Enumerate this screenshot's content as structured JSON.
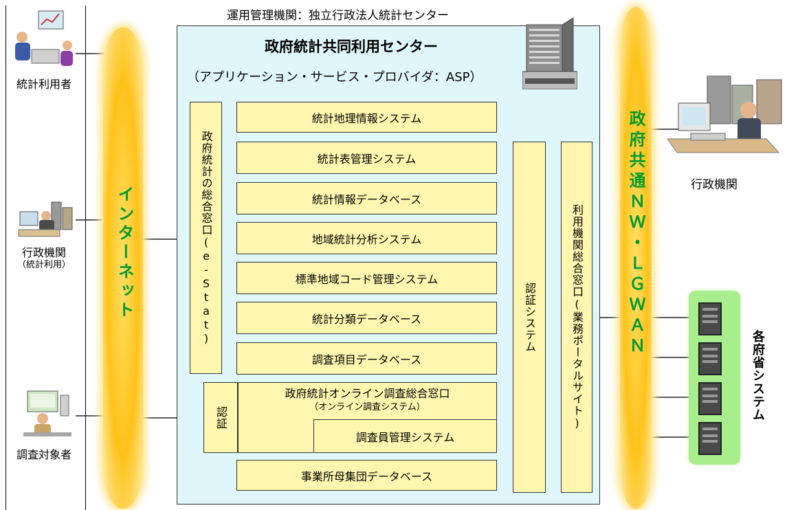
{
  "header": {
    "operator": "運用管理機関：独立行政法人統計センター"
  },
  "center": {
    "title": "政府統計共同利用センター",
    "subtitle": "（アプリケーション・サービス・プロバイダ：ASP）"
  },
  "systems": [
    "統計地理情報システム",
    "統計表管理システム",
    "統計情報データベース",
    "地域統計分析システム",
    "標準地域コード管理システム",
    "統計分類データベース",
    "調査項目データベース"
  ],
  "e_stat_window": "政府統計の総合窓口(e-Stat)",
  "auth_small": "認証",
  "online_survey": {
    "line1": "政府統計オンライン調査総合窓口",
    "line2": "（オンライン調査システム）"
  },
  "enumerator": "調査員管理システム",
  "establishment_db": "事業所母集団データベース",
  "auth_system": "認証システム",
  "portal": "利用機関総合窓口(業務ポータルサイト)",
  "internet": "インターネット",
  "gov_network": "政府共通ＮＷ・ＬＧＷＡＮ",
  "left_users": {
    "stats_users": "統計利用者",
    "admin_org": "行政機関",
    "admin_org_note": "（統計利用）",
    "respondents": "調査対象者"
  },
  "right_side": {
    "admin_org": "行政機関",
    "ministry_systems": "各府省システム"
  },
  "colors": {
    "panel": "#dff7fb",
    "box": "#fff7b0",
    "cloud": "#ffc21a",
    "cloud_text": "#009a2e",
    "green_panel": "#a9ee8d"
  }
}
